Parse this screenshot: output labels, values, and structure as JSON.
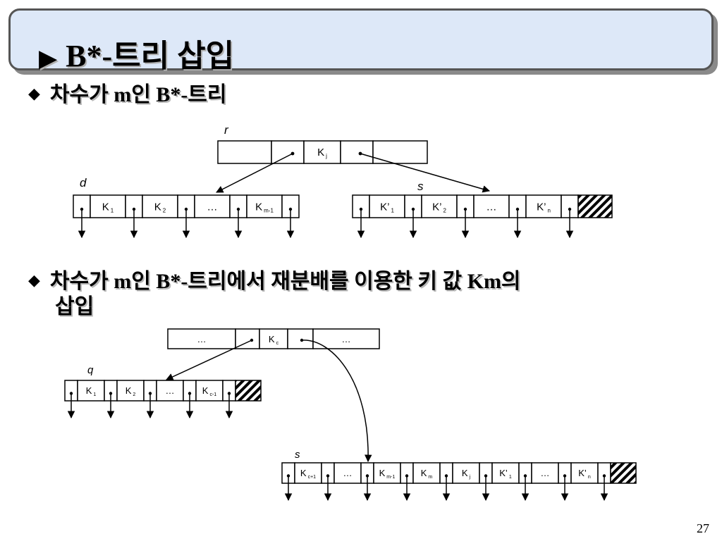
{
  "slide": {
    "title": "B*-트리 삽입",
    "page_number": "27"
  },
  "bullets": [
    {
      "text": "차수가 m인 B*-트리"
    },
    {
      "line1": "차수가 m인 B*-트리에서 재분배를 이용한 키 값 Km의",
      "line2": "삽입"
    }
  ],
  "diagram1": {
    "labels": {
      "r": "r",
      "d": "d",
      "s": "s"
    },
    "root_key": {
      "base": "K",
      "sub": "j"
    },
    "left_keys": [
      {
        "base": "K",
        "sub": "1"
      },
      {
        "base": "K",
        "sub": "2"
      },
      {
        "base": "…",
        "sub": ""
      },
      {
        "base": "K",
        "sub": "m-1"
      }
    ],
    "right_keys": [
      {
        "base": "K’",
        "sub": "1"
      },
      {
        "base": "K’",
        "sub": "2"
      },
      {
        "base": "…",
        "sub": ""
      },
      {
        "base": "K’",
        "sub": "n"
      }
    ]
  },
  "diagram2": {
    "labels": {
      "q": "q",
      "s": "s"
    },
    "top_keys": [
      {
        "base": "…",
        "sub": ""
      },
      {
        "base": "K",
        "sub": "c"
      },
      {
        "base": "…",
        "sub": ""
      }
    ],
    "q_keys": [
      {
        "base": "K",
        "sub": "1"
      },
      {
        "base": "K",
        "sub": "2"
      },
      {
        "base": "…",
        "sub": ""
      },
      {
        "base": "K",
        "sub": "c-1"
      }
    ],
    "s_keys": [
      {
        "base": "K",
        "sub": "c+1"
      },
      {
        "base": "…",
        "sub": ""
      },
      {
        "base": "K",
        "sub": "m-1"
      },
      {
        "base": "K",
        "sub": "m"
      },
      {
        "base": "K",
        "sub": "j"
      },
      {
        "base": "K’",
        "sub": "1"
      },
      {
        "base": "…",
        "sub": ""
      },
      {
        "base": "K’",
        "sub": "n"
      }
    ]
  }
}
